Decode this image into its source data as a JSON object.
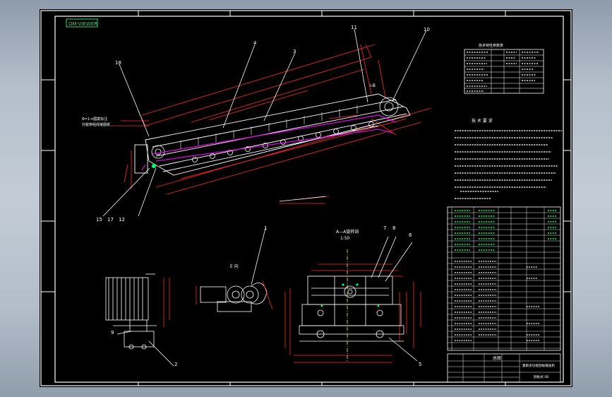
{
  "drawing": {
    "tag": "OM-VIEWER",
    "section_title": "A—A旋转剖",
    "section_scale": "1:50",
    "view_e_label": "E 向",
    "view_b_label": "I-B",
    "label_left_note": "Φ=1:n图案标注",
    "label_left_note2": "托辊架组焊接图纸",
    "tech_req_title": "技 术 要 求",
    "tech_table_title": "技术特性参数表",
    "title_block_name": "总图",
    "title_block_right": "曼斯多功能刮板输送机",
    "title_block_sub": "刮板式 SB"
  },
  "balloons": [
    "1",
    "2",
    "3",
    "4",
    "5",
    "6",
    "7",
    "8",
    "9",
    "10",
    "11",
    "12",
    "15",
    "17",
    "18"
  ],
  "colors": {
    "sheet": "#000000",
    "frame": "#ffffff",
    "dimension": "#ff2a2a",
    "centerline": "#ff00ff",
    "label": "#00ff66",
    "tag": "#35d07a"
  }
}
